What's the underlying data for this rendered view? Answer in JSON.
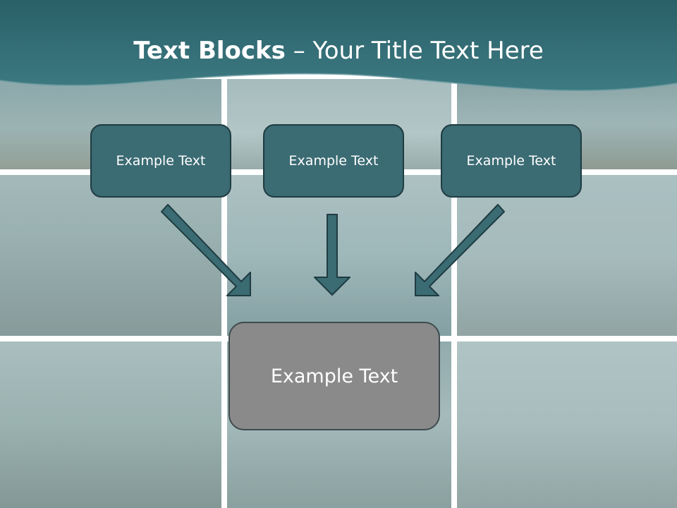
{
  "slide": {
    "title_bold": "Text Blocks",
    "title_rest": " – Your Title Text Here"
  },
  "blocks": [
    {
      "label": "Example Text"
    },
    {
      "label": "Example Text"
    },
    {
      "label": "Example Text"
    }
  ],
  "target": {
    "label": "Example Text"
  },
  "colors": {
    "header": "#2e6b73",
    "box_fill": "#3b6b73",
    "box_border": "#1f3c42",
    "target_fill": "#8a8a8a",
    "arrow": "#3b6b73"
  }
}
